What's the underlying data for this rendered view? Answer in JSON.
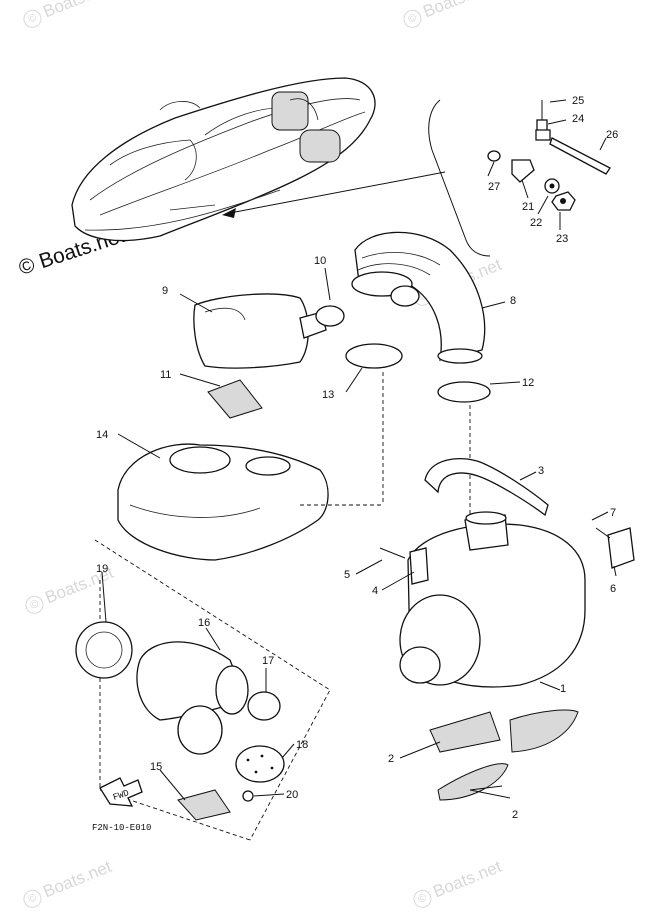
{
  "watermark": {
    "text": "Boats.net",
    "symbol": "©"
  },
  "brand_mark": "© Boats.net",
  "diagram_code": "F2N-10-E010",
  "fwd_label": "FWD",
  "callouts": {
    "p1": "1",
    "p2a": "2",
    "p2b": "2",
    "p3": "3",
    "p4": "4",
    "p5": "5",
    "p6": "6",
    "p7": "7",
    "p8": "8",
    "p9": "9",
    "p10": "10",
    "p11": "11",
    "p12": "12",
    "p13": "13",
    "p14": "14",
    "p15": "15",
    "p16": "16",
    "p17": "17",
    "p18": "18",
    "p19": "19",
    "p20": "20",
    "p21": "21",
    "p22": "22",
    "p23": "23",
    "p24": "24",
    "p25": "25",
    "p26": "26",
    "p27": "27"
  }
}
